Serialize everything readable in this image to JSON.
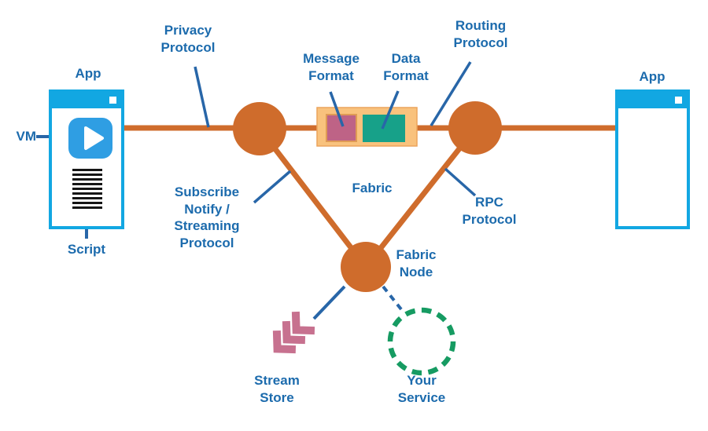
{
  "colors": {
    "orange": "#CF6C2C",
    "window_blue": "#12A7E2",
    "play_blue": "#2F9EE3",
    "blue_text": "#1C6BAD",
    "pointer_blue": "#2866A8",
    "tan": "#F9C27D",
    "tan_border": "#ECA45C",
    "pink": "#BE6386",
    "pink_border": "#DF9B55",
    "green": "#17A189",
    "service_green": "#169B62",
    "chevron_pink": "#C7718F",
    "script_black": "#151515"
  },
  "labels": {
    "app_left": "App",
    "app_right": "App",
    "vm": "VM",
    "script": "Script",
    "privacy": "Privacy\nProtocol",
    "message_format": "Message\nFormat",
    "data_format": "Data\nFormat",
    "routing": "Routing\nProtocol",
    "subscribe": "Subscribe\nNotify /\nStreaming\nProtocol",
    "fabric": "Fabric",
    "rpc": "RPC\nProtocol",
    "fabric_node": "Fabric\nNode",
    "stream_store": "Stream\nStore",
    "your_service": "Your\nService"
  },
  "icons": {
    "play": "play-icon",
    "script": "script-lines-icon",
    "window_button": "window-button-square",
    "message_format_swatch": "pink-square",
    "data_format_swatch": "green-rectangle",
    "fabric_nodes": "orange-circle-node",
    "stream_store": "triple-chevron-arrow",
    "your_service": "dashed-circle"
  }
}
